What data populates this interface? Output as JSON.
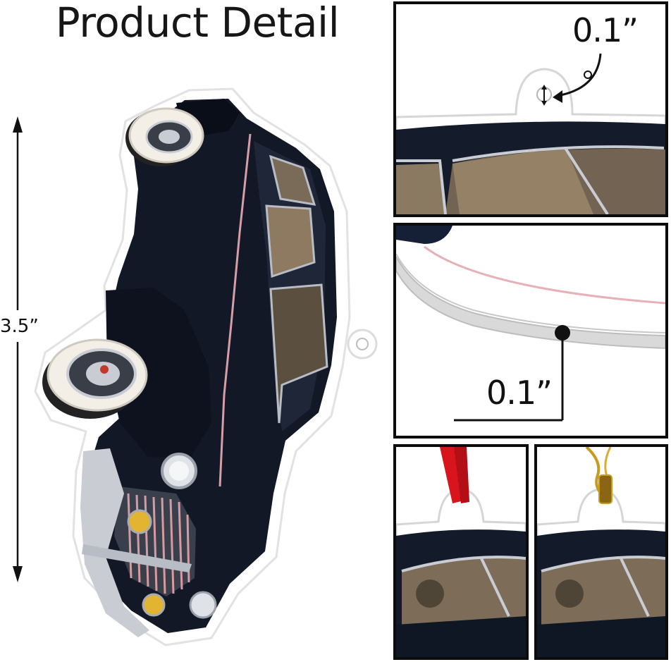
{
  "title": "Product Detail",
  "height_label": "3.5”",
  "panel_hole": {
    "label": "0.1”"
  },
  "panel_thickness": {
    "label": "0.1”"
  },
  "variants": [
    {
      "hanger": "red-ribbon",
      "color": "#d8141c"
    },
    {
      "hanger": "gold-string",
      "color": "#c89a1e"
    }
  ],
  "colors": {
    "car_body": "#111827",
    "frame": "#0c0c0c",
    "chrome": "#c9ccd2",
    "acrylic_edge": "#d9d9d9"
  }
}
